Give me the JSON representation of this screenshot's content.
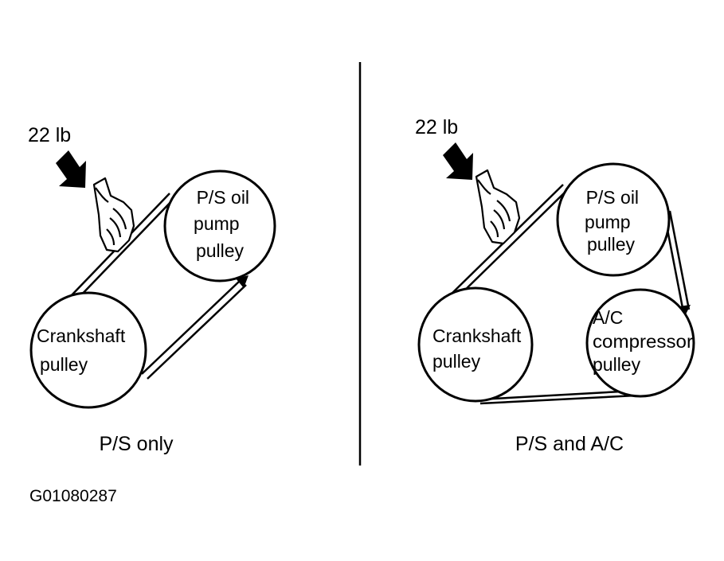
{
  "left_panel": {
    "force_label": "22 lb",
    "top_pulley_lines": [
      "P/S oil",
      "pump",
      "pulley"
    ],
    "crank_pulley_lines": [
      "Crankshaft",
      "pulley"
    ],
    "caption": "P/S only"
  },
  "right_panel": {
    "force_label": "22 lb",
    "top_pulley_lines": [
      "P/S oil",
      "pump",
      "pulley"
    ],
    "crank_pulley_lines": [
      "Crankshaft",
      "pulley"
    ],
    "ac_pulley_lines": [
      "A/C",
      "compressor",
      "pulley"
    ],
    "caption": "P/S and A/C"
  },
  "figure_id": "G01080287",
  "colors": {
    "ink": "#000000",
    "background": "#ffffff"
  }
}
